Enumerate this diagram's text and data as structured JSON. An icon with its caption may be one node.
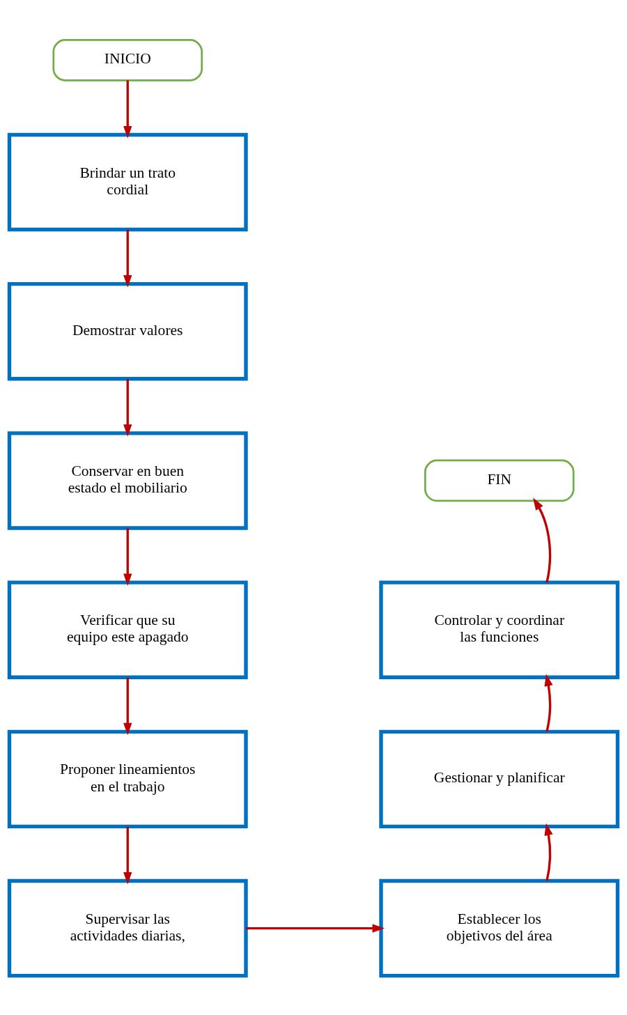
{
  "diagram": {
    "nodes": [
      {
        "text": [
          "INICIO"
        ]
      },
      {
        "text": [
          "Brindar un trato cordial"
        ]
      },
      {
        "text": [
          "Demostrar valores"
        ]
      },
      {
        "text": [
          "Conservar en buen estado el mobiliario"
        ]
      },
      {
        "text": [
          "Verificar que su equipo este apagado"
        ]
      },
      {
        "text": [
          "Proponer lineamientos en el trabajo"
        ]
      },
      {
        "text": [
          "Supervisar las actividades diarias,"
        ]
      },
      {
        "text": [
          "Establecer los objetivos del área"
        ]
      },
      {
        "text": [
          "Gestionar y planificar"
        ]
      },
      {
        "text": [
          "Controlar y coordinar las funciones"
        ]
      },
      {
        "text": [
          "FIN"
        ]
      }
    ],
    "edges": [
      {
        "from": 0,
        "to": 1,
        "arrow": "to"
      },
      {
        "from": 1,
        "to": 2,
        "arrow": "to"
      },
      {
        "from": 2,
        "to": 3,
        "arrow": "to"
      },
      {
        "from": 3,
        "to": 4,
        "arrow": "to"
      },
      {
        "from": 4,
        "to": 5,
        "arrow": "to"
      },
      {
        "from": 5,
        "to": 6,
        "arrow": "to"
      },
      {
        "from": 6,
        "to": 7,
        "arrow": "to"
      },
      {
        "from": 7,
        "to": 8,
        "arrow": "to"
      },
      {
        "from": 8,
        "to": 9,
        "arrow": "to"
      },
      {
        "from": 9,
        "to": 10,
        "arrow": "to"
      }
    ]
  }
}
